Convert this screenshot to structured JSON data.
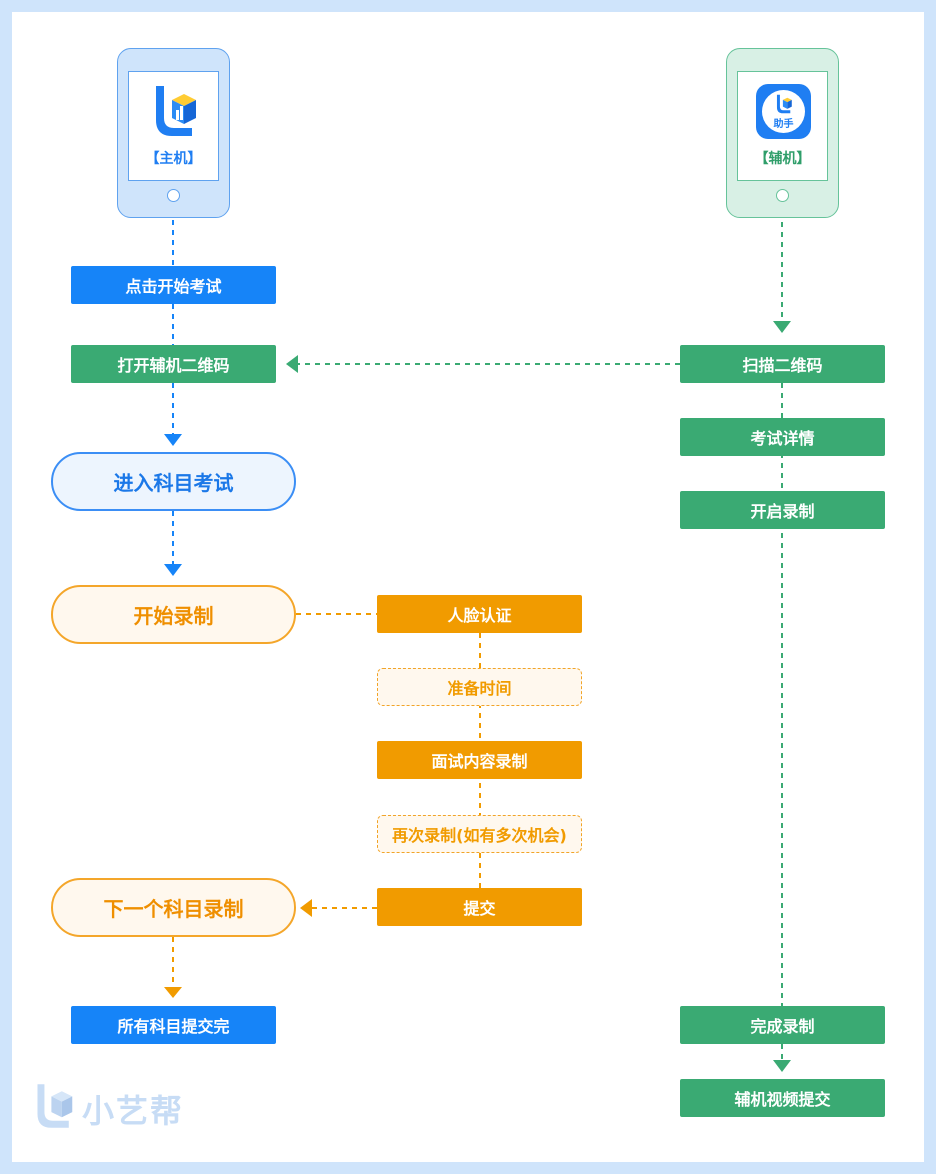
{
  "host_phone": {
    "label": "【主机】"
  },
  "aux_phone": {
    "label": "【辅机】",
    "app_icon_text": "助手"
  },
  "main_steps": {
    "click_start": "点击开始考试",
    "open_qr": "打开辅机二维码",
    "enter_exam": "进入科目考试",
    "start_record": "开始录制",
    "next_subject": "下一个科目录制",
    "all_submitted": "所有科目提交完"
  },
  "record_steps": {
    "face_verify": "人脸认证",
    "prep_time": "准备时间",
    "interview_record": "面试内容录制",
    "re_record": "再次录制(如有多次机会)",
    "submit": "提交"
  },
  "aux_steps": {
    "scan_qr": "扫描二维码",
    "exam_detail": "考试详情",
    "open_record": "开启录制",
    "finish_record": "完成录制",
    "video_submit": "辅机视频提交"
  },
  "brand": {
    "name": "小艺帮"
  },
  "colors": {
    "blue": "#1684f8",
    "green": "#3aaa73",
    "orange": "#f19b00",
    "frame": "#cfe4fb"
  }
}
